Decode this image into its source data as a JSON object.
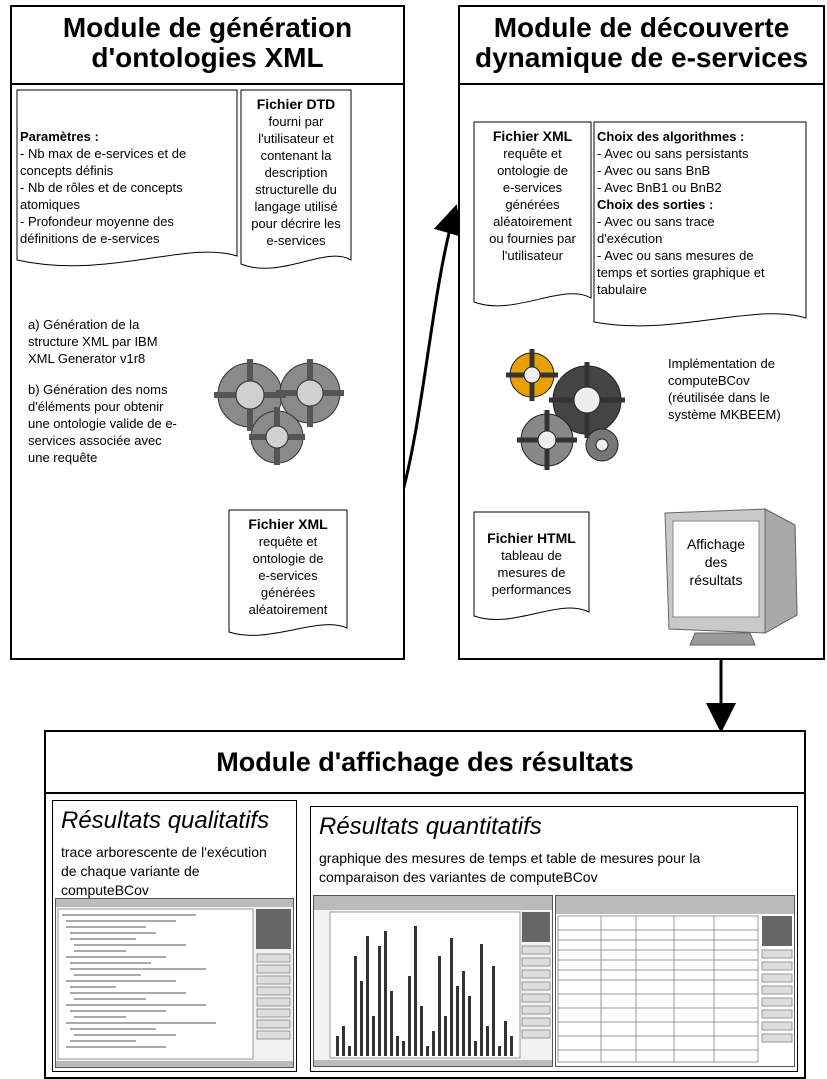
{
  "gen_module": {
    "title_line1": "Module de génération",
    "title_line2": "d'ontologies XML",
    "params": {
      "heading": "Paramètres :",
      "lines": [
        "- Nb max de e-services et de",
        "concepts définis",
        "- Nb de rôles et de concepts",
        "atomiques",
        "- Profondeur moyenne des",
        "définitions de e-services"
      ]
    },
    "dtd": {
      "heading": "Fichier DTD",
      "lines": [
        "fourni par",
        "l'utilisateur et",
        "contenant la",
        "description",
        "structurelle du",
        "langage utilisé",
        "pour décrire les",
        "e-services"
      ]
    },
    "steps": {
      "a_lines": [
        "a) Génération de la",
        "structure XML par IBM",
        "XML Generator v1r8"
      ],
      "b_lines": [
        "b) Génération des noms",
        "d'éléments pour obtenir",
        "une ontologie valide de e-",
        "services associée avec",
        "une requête"
      ]
    },
    "xml_out": {
      "heading": "Fichier XML",
      "lines": [
        "requête et",
        "ontologie de",
        "e-services",
        "générées",
        "aléatoirement"
      ]
    }
  },
  "disc_module": {
    "title_line1": "Module de découverte",
    "title_line2": "dynamique de e-services",
    "xml_in": {
      "heading": "Fichier XML",
      "lines": [
        "requête et",
        "ontologie de",
        "e-services",
        "générées",
        "aléatoirement",
        "ou fournies par",
        "l'utilisateur"
      ]
    },
    "choices": {
      "algo_heading": "Choix des algorithmes :",
      "algo_lines": [
        "- Avec ou sans persistants",
        "- Avec ou sans BnB",
        "- Avec BnB1 ou BnB2"
      ],
      "out_heading": "Choix des sorties :",
      "out_lines": [
        "- Avec ou sans trace",
        "d'exécution",
        "- Avec ou sans mesures de",
        "temps et sorties graphique et",
        "tabulaire"
      ]
    },
    "impl_lines": [
      "Implémentation de",
      "computeBCov",
      "(réutilisée dans le",
      "système MKBEEM)"
    ],
    "html_file": {
      "heading": "Fichier HTML",
      "lines": [
        "tableau de",
        "mesures de",
        "performances"
      ]
    },
    "monitor_lines": [
      "Affichage",
      "des",
      "résultats"
    ]
  },
  "display_module": {
    "title": "Module d'affichage des résultats",
    "qual": {
      "title": "Résultats qualitatifs",
      "lines": [
        "trace arborescente de l'exécution",
        "de chaque variante de",
        "computeBCov"
      ]
    },
    "quant": {
      "title": "Résultats quantitatifs",
      "lines": [
        "graphique des mesures de temps et table de mesures pour la",
        "comparaison des variantes de computeBCov"
      ]
    }
  },
  "colors": {
    "line": "#000000",
    "gear_dark": "#555555",
    "gear_light": "#b8b8b8",
    "accent": "#e8a000"
  }
}
